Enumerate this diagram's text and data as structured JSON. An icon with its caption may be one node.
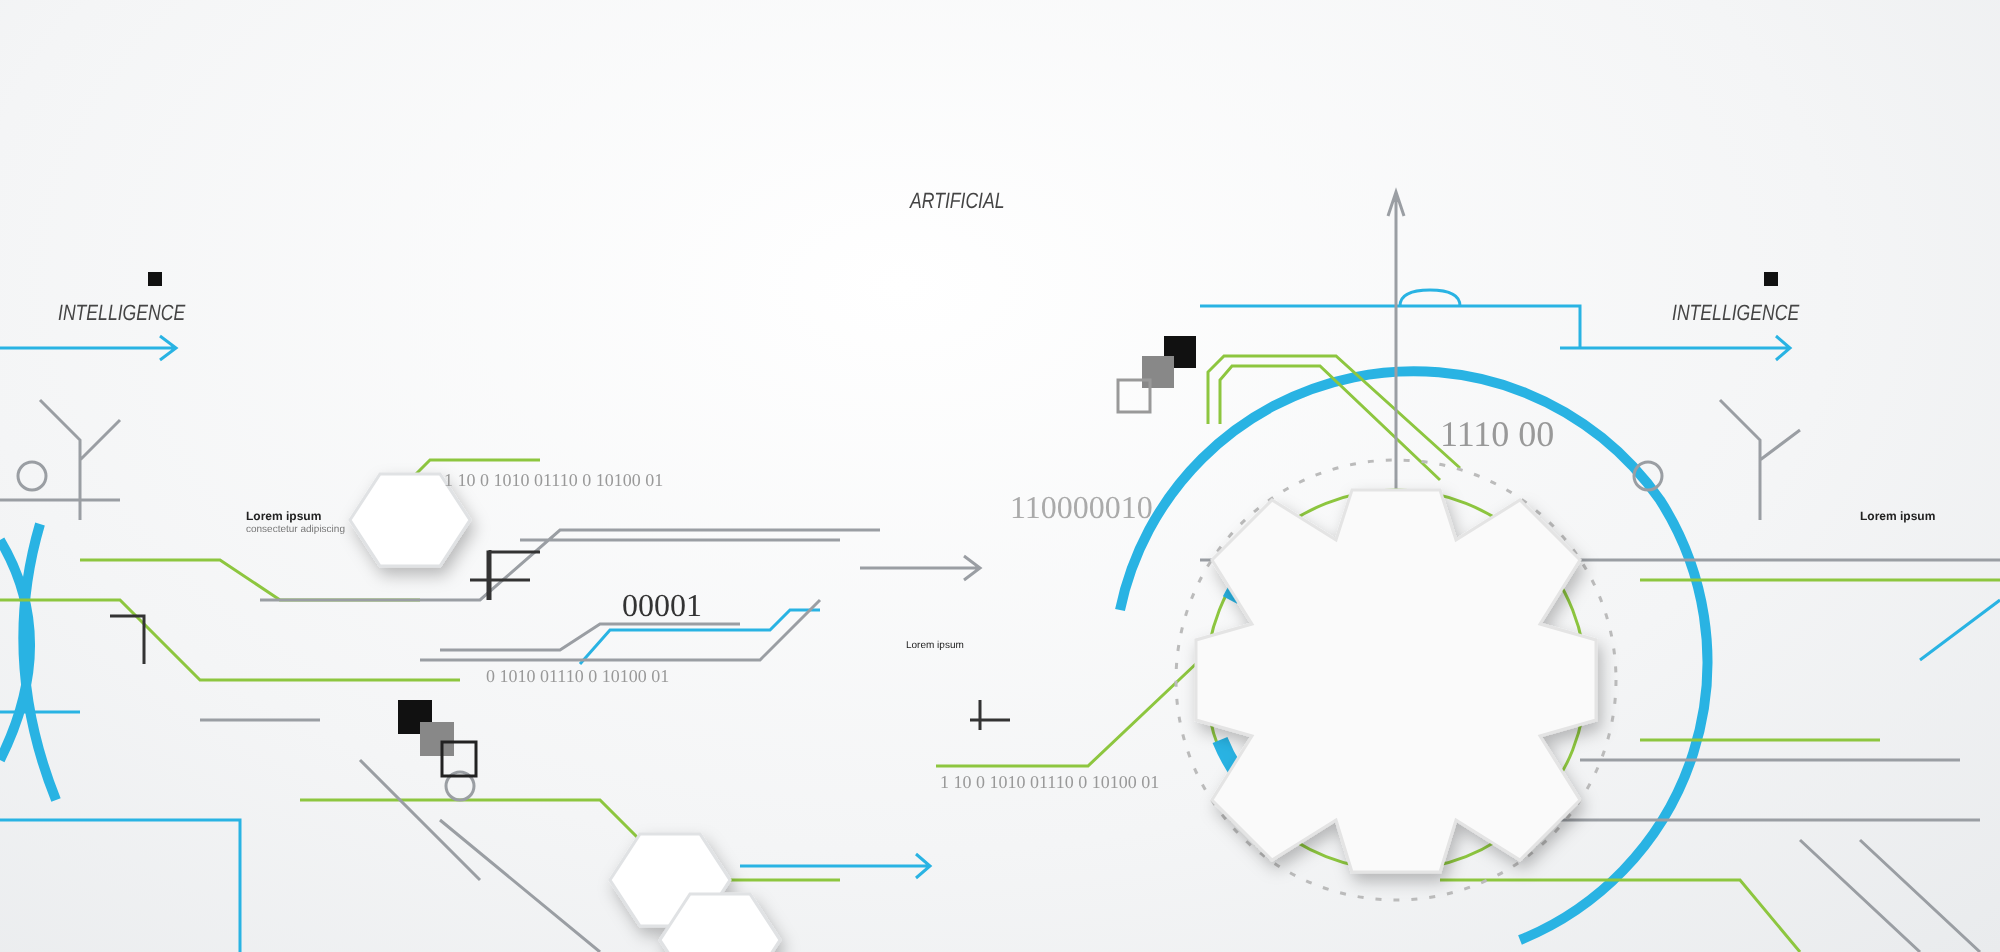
{
  "diagram": {
    "labels": [
      "ARTIFICIAL",
      "INTELLIGENCE",
      "INTELLIGENCE",
      "1 10 0 1010 01110 0 10100 01",
      "Lorem ipsum",
      "consectetur adipiscing",
      "Lorem ipsum",
      "1110 00",
      "110000010",
      "00001",
      "Lorem ipsum",
      "0 1010 01110 0 10100 01",
      "1 10 0 1010 01110 0 10100 01"
    ]
  }
}
